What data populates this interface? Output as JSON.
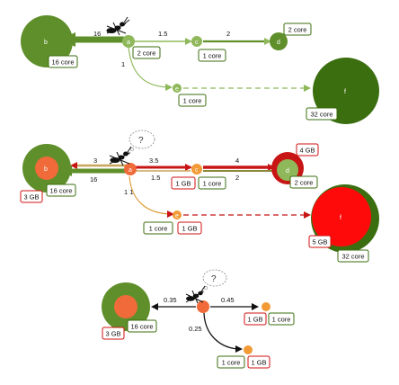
{
  "colors": {
    "green_dark": "#3b6e0f",
    "green_mid": "#5f8f2a",
    "green_light": "#8fb85a",
    "orange": "#f29a35",
    "orange_red": "#f06a3a",
    "red": "#e60f0f",
    "dark_red": "#9c1010",
    "tan": "#c9a55a"
  },
  "panel1": {
    "nodes": {
      "b": "b",
      "a": "a",
      "c": "c",
      "d": "d",
      "e": "e",
      "f": "f"
    },
    "edges": {
      "ab": "16",
      "ac": "1.5",
      "cd": "2",
      "ae": "1"
    },
    "badges": {
      "b": "16 core",
      "a": "2 core",
      "c": "1 core",
      "d": "2 core",
      "e": "1 core",
      "f": "32 core"
    }
  },
  "panel2": {
    "bubble": "?",
    "nodes": {
      "b": "b",
      "a": "a",
      "c": "c",
      "d": "d",
      "e": "e",
      "f": "f"
    },
    "edges": {
      "ab_top": "3",
      "ab_bot": "16",
      "ac_top": "3.5",
      "ac_bot": "1.5",
      "cd_top": "4",
      "cd_bot": "2",
      "ae": "1 1"
    },
    "badges": {
      "b_mem": "3 GB",
      "b_core": "16 core",
      "c_mem": "1 GB",
      "c_core": "1 core",
      "d_mem": "4 GB",
      "d_core": "2 core",
      "e_core": "1 core",
      "e_mem": "1 GB",
      "f_mem": "5 GB",
      "f_core": "32 core"
    }
  },
  "panel3": {
    "bubble": "?",
    "edges": {
      "ab": "0.35",
      "ac": "0.45",
      "ae": "0.25"
    },
    "badges": {
      "b_mem": "3 GB",
      "b_core": "16 core",
      "c_mem": "1 GB",
      "c_core": "1 core",
      "e_core": "1 core",
      "e_mem": "1 GB"
    }
  }
}
